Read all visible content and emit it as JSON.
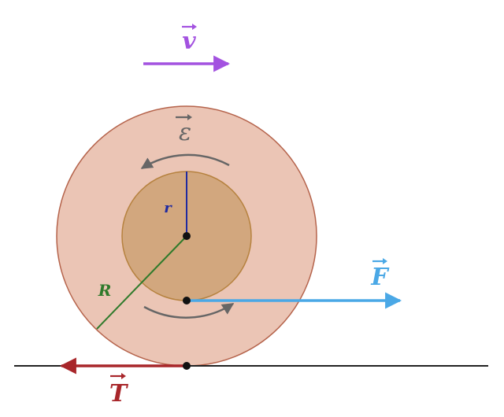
{
  "labels": {
    "velocity": "v",
    "angular_acceleration": "ε",
    "inner_radius": "r",
    "outer_radius": "R",
    "force": "F",
    "tension": "T"
  },
  "colors": {
    "background": "#ffffff",
    "outer_disc_fill": "#ebc5b5",
    "outer_disc_stroke": "#b5634b",
    "inner_disc_fill": "#d2a77e",
    "inner_disc_stroke": "#b6823f",
    "velocity": "#a352e0",
    "angular_acceleration": "#666666",
    "inner_radius": "#1f2aa0",
    "outer_radius": "#2f7a2b",
    "force": "#4aa8e6",
    "tension": "#a8262a",
    "ground": "#222222",
    "points": "#111111"
  }
}
